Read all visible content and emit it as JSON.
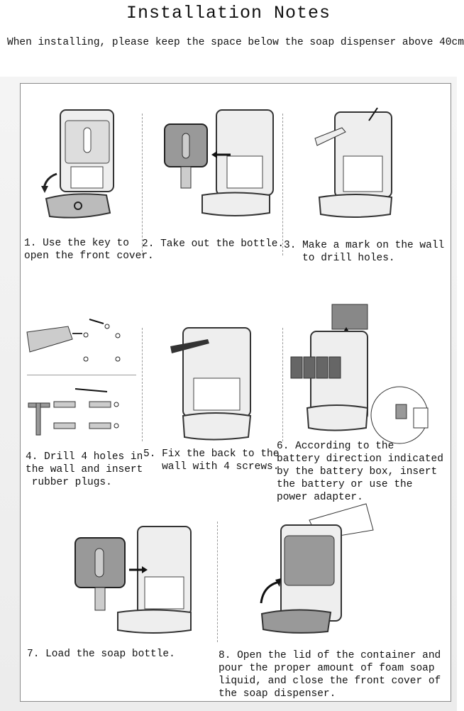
{
  "header": {
    "title": "Installation Notes",
    "subtitle": "When installing, please keep the space below the soap dispenser above 40cm"
  },
  "steps": [
    {
      "text": "1. Use the key to\nopen the front cover.",
      "icon": "open-cover-illustration"
    },
    {
      "text": "2. Take out the bottle.",
      "icon": "remove-bottle-illustration"
    },
    {
      "text": "3. Make a mark on the wall\n   to drill holes.",
      "icon": "mark-wall-illustration"
    },
    {
      "text": "4. Drill 4 holes in\nthe wall and insert\n rubber plugs.",
      "icon": "drill-holes-illustration"
    },
    {
      "text": "5. Fix the back to the\n   wall with 4 screws.",
      "icon": "fix-screws-illustration"
    },
    {
      "text": "6. According to the\nbattery direction indicated\nby the battery box, insert\nthe battery or use the\npower adapter.",
      "icon": "battery-adapter-illustration"
    },
    {
      "text": "7. Load the soap bottle.",
      "icon": "load-bottle-illustration"
    },
    {
      "text": "8. Open the lid of the container and\npour the proper amount of foam soap\nliquid, and close the front cover of\nthe soap dispenser.",
      "icon": "close-cover-illustration"
    }
  ]
}
